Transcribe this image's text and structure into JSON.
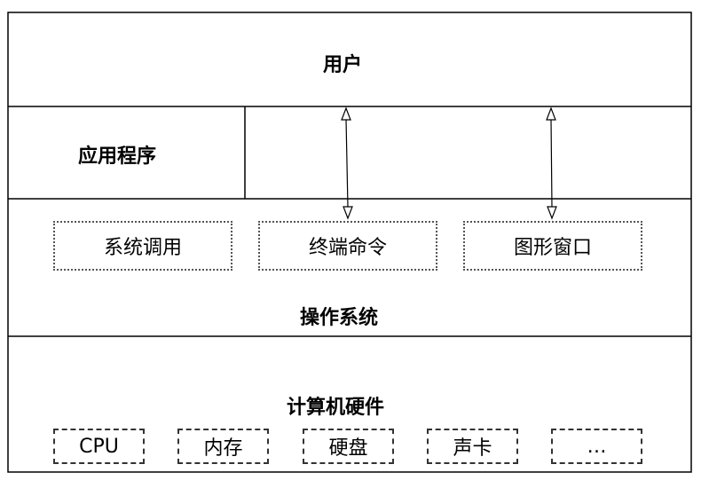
{
  "layers": {
    "user": "用户",
    "application": "应用程序",
    "os": "操作系统",
    "hardware": "计算机硬件"
  },
  "os_items": [
    "系统调用",
    "终端命令",
    "图形窗口"
  ],
  "hardware_items": [
    "CPU",
    "内存",
    "硬盘",
    "声卡",
    "…"
  ]
}
